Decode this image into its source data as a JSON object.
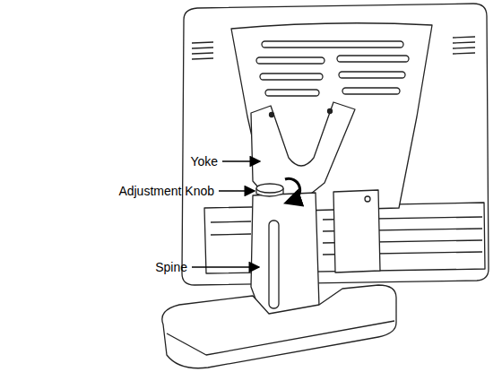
{
  "diagram": {
    "labels": [
      "Yoke",
      "Adjustment Knob",
      "Spine"
    ]
  }
}
